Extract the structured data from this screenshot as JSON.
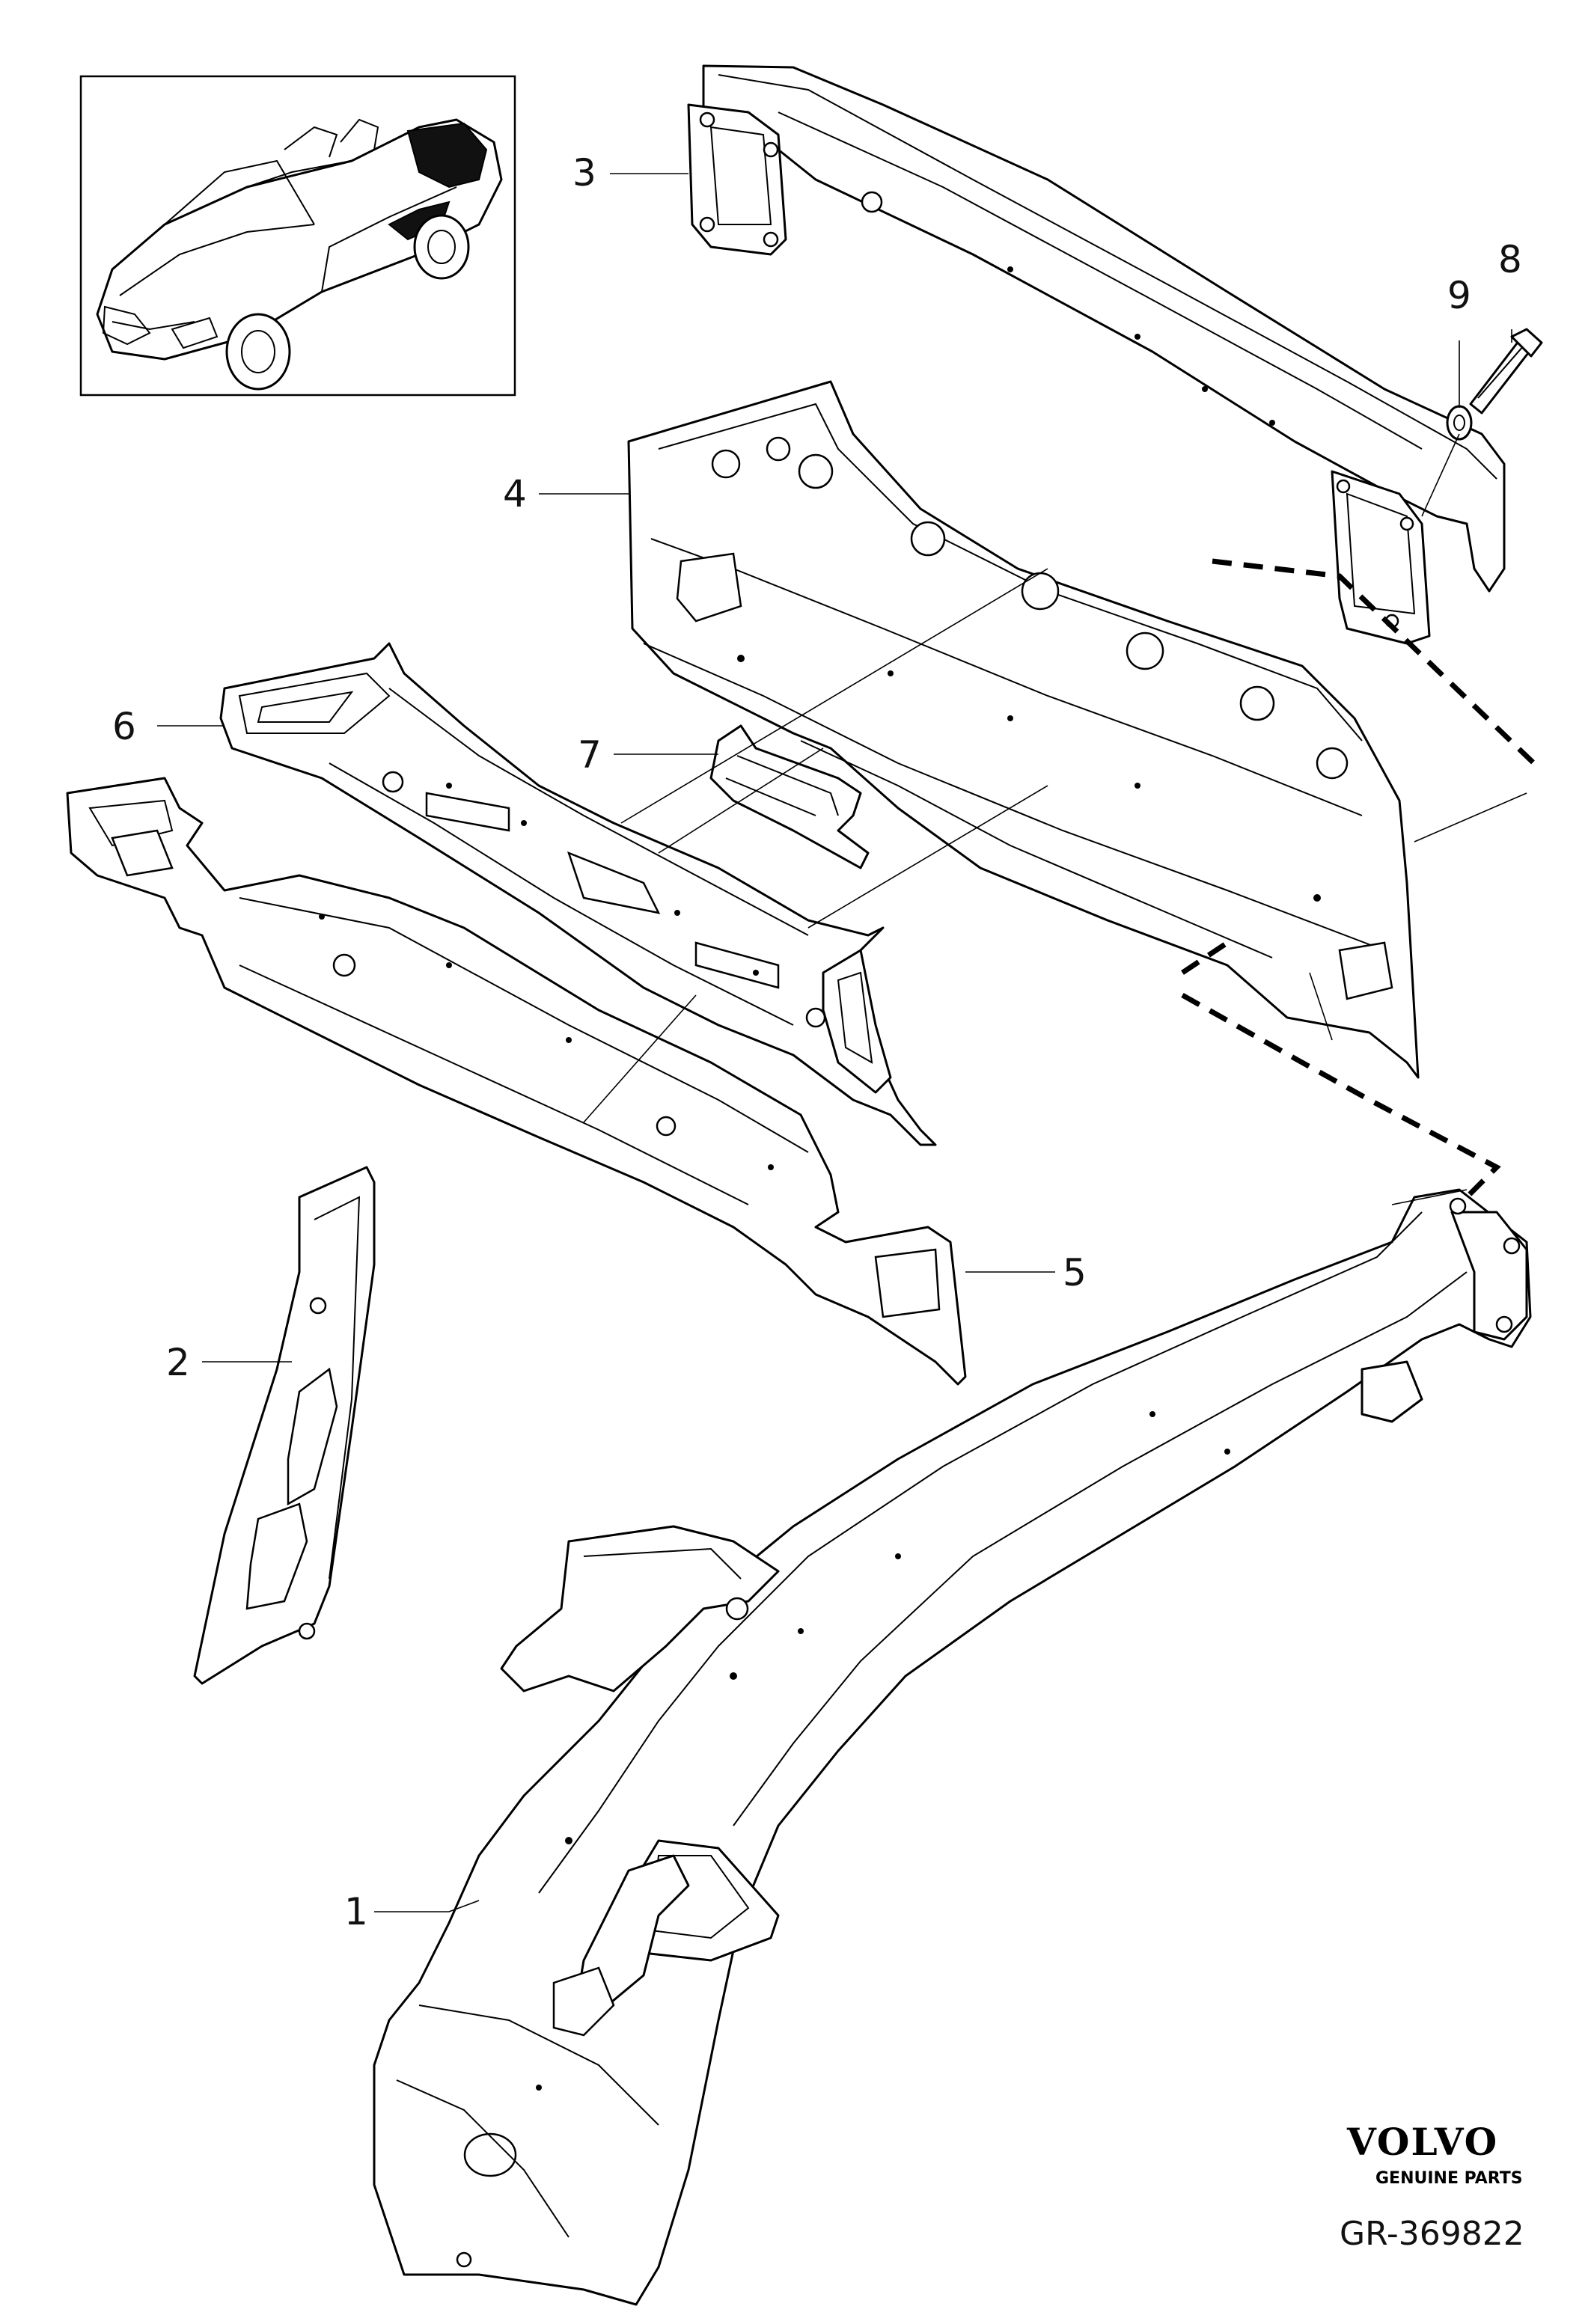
{
  "diagram": {
    "callouts": [
      {
        "id": "1",
        "label": "1"
      },
      {
        "id": "2",
        "label": "2"
      },
      {
        "id": "3",
        "label": "3"
      },
      {
        "id": "4",
        "label": "4"
      },
      {
        "id": "5",
        "label": "5"
      },
      {
        "id": "6",
        "label": "6"
      },
      {
        "id": "7",
        "label": "7"
      },
      {
        "id": "8",
        "label": "8"
      },
      {
        "id": "9",
        "label": "9"
      }
    ],
    "brand": {
      "name": "VOLVO",
      "tagline": "GENUINE PARTS"
    },
    "reference": "GR-369822",
    "inset_icon": "convertible-car-icon",
    "colors": {
      "line": "#000000",
      "background": "#ffffff"
    }
  }
}
